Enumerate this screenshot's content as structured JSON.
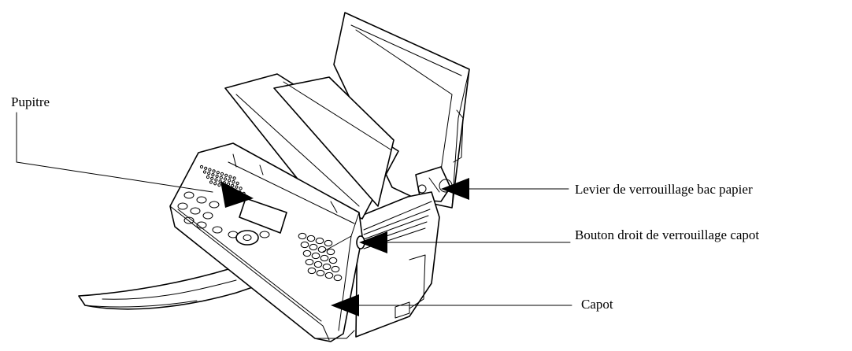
{
  "labels": {
    "pupitre": "Pupitre",
    "levier": "Levier de verrouillage bac papier",
    "bouton": "Bouton droit de verrouillage capot",
    "capot": "Capot"
  }
}
